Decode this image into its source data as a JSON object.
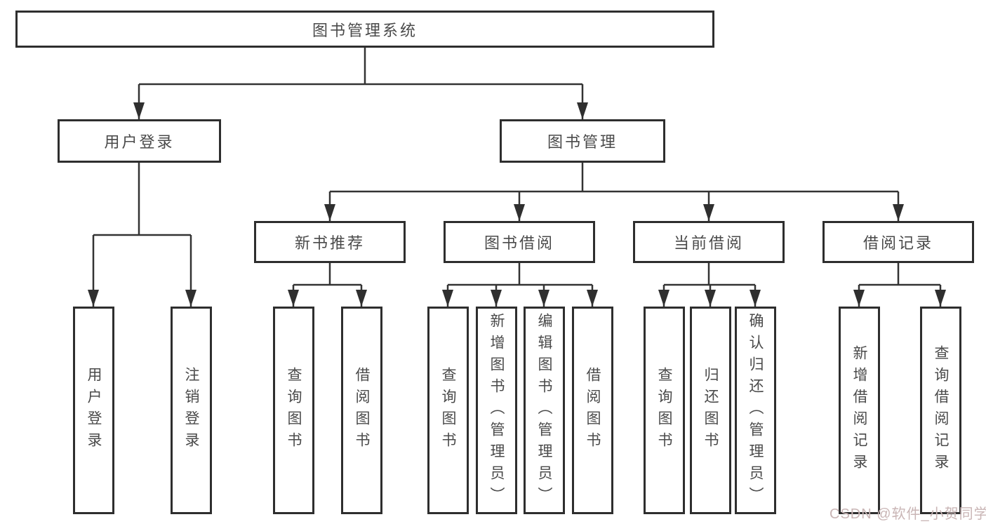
{
  "diagram": {
    "root": {
      "label": "图书管理系统"
    },
    "level2": {
      "user_login": {
        "label": "用户登录"
      },
      "book_mgmt": {
        "label": "图书管理"
      }
    },
    "level3": {
      "new_book": {
        "label": "新书推荐"
      },
      "book_borrow": {
        "label": "图书借阅"
      },
      "current_borrow": {
        "label": "当前借阅"
      },
      "borrow_record": {
        "label": "借阅记录"
      }
    },
    "leaves": {
      "user_login": {
        "label": "用户登录"
      },
      "logout": {
        "label": "注销登录"
      },
      "nb_query": {
        "label": "查询图书"
      },
      "nb_borrow": {
        "label": "借阅图书"
      },
      "bb_query": {
        "label": "查询图书"
      },
      "bb_add": {
        "label": "新增图书（管理员）"
      },
      "bb_edit": {
        "label": "编辑图书（管理员）"
      },
      "bb_borrow": {
        "label": "借阅图书"
      },
      "cb_query": {
        "label": "查询图书"
      },
      "cb_return": {
        "label": "归还图书"
      },
      "cb_confirm": {
        "label": "确认归还（管理员）"
      },
      "br_add": {
        "label": "新增借阅记录"
      },
      "br_query": {
        "label": "查询借阅记录"
      }
    }
  },
  "watermark": {
    "text": "CSDN @软件_小贺同学"
  },
  "colors": {
    "line": "#333333",
    "box_border": "#2e2e2e",
    "box_text": "#4a4a4a",
    "background": "#ffffff",
    "watermark": "#c9b5b5"
  }
}
